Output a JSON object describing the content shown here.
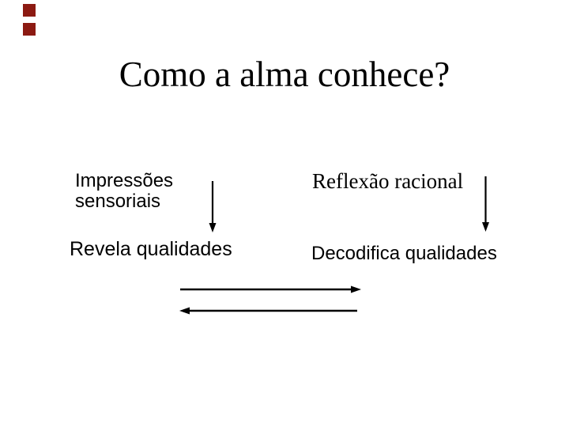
{
  "slide": {
    "title": "Como a alma conhece?",
    "background_color": "#ffffff",
    "text_color": "#000000",
    "decoration": {
      "description": "two small maroon squares, top-left corner",
      "color": "#8c1a12"
    },
    "left_column": {
      "process_label": "Impressões sensoriais",
      "result_label": "Revela qualidades"
    },
    "right_column": {
      "process_label": "Reflexão racional",
      "result_label": "Decodifica qualidades"
    },
    "arrows": {
      "left_down_arrow": "down arrow from Impressões sensoriais to Revela qualidades",
      "right_down_arrow": "down arrow from Reflexão racional to Decodifica qualidades",
      "forward_arrow": "horizontal arrow pointing right",
      "backward_arrow": "horizontal arrow pointing left",
      "color": "#000000"
    }
  }
}
